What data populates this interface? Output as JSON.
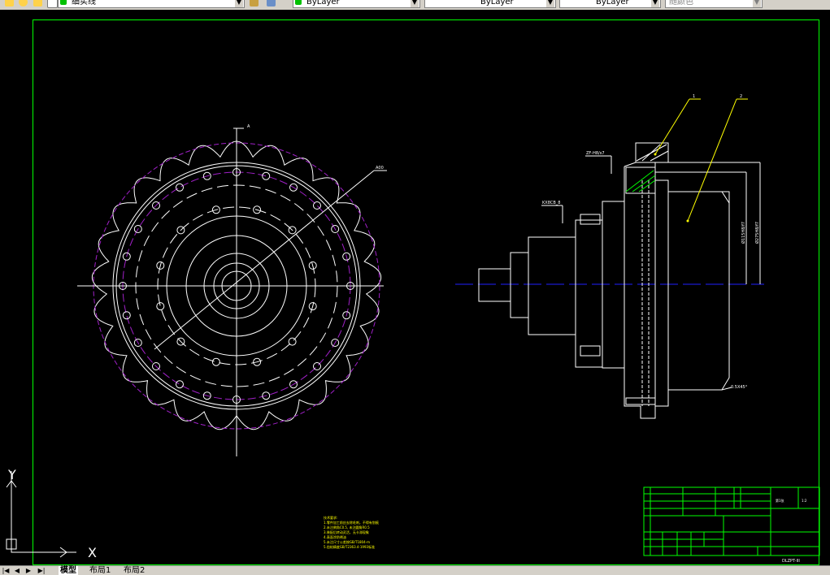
{
  "toolbar": {
    "layer_name": "细实线",
    "color_value": "ByLayer",
    "linetype_value": "ByLayer",
    "lineweight_value": "ByLayer",
    "plotstyle_value": "随颜色"
  },
  "drawing": {
    "axis_marker_top": "A",
    "leader_left_label": "A00",
    "balloon_1": "1",
    "balloon_2": "2",
    "dim_fit_1": "ZF-H8/s7",
    "dim_fit_2": "KX8CB_8",
    "dim_diam_1": "Ø115H8/f7",
    "dim_diam_2": "Ø275H8/f7",
    "chamfer": "0.5X45°",
    "notes": [
      "技术要求:",
      "1.零件加工前应去除毛刺，不得有划痕",
      "2.未注倒角C0.5, 未注圆角R0.5",
      "3.装配后转动灵活，无卡滞现象",
      "4.表面涂防锈油",
      "5.未注尺寸公差按GB/T1804-m",
      "5.齿轮精度GB/T2363.4-1993标准"
    ]
  },
  "title_block": {
    "drawing_number": "DLZPT-III",
    "sheet_label": "第1张",
    "scale_label": "1:2"
  },
  "ucs": {
    "x_label": "X",
    "y_label": "Y"
  },
  "tabs": {
    "model": "模型",
    "layout1": "布局1",
    "layout2": "布局2"
  }
}
